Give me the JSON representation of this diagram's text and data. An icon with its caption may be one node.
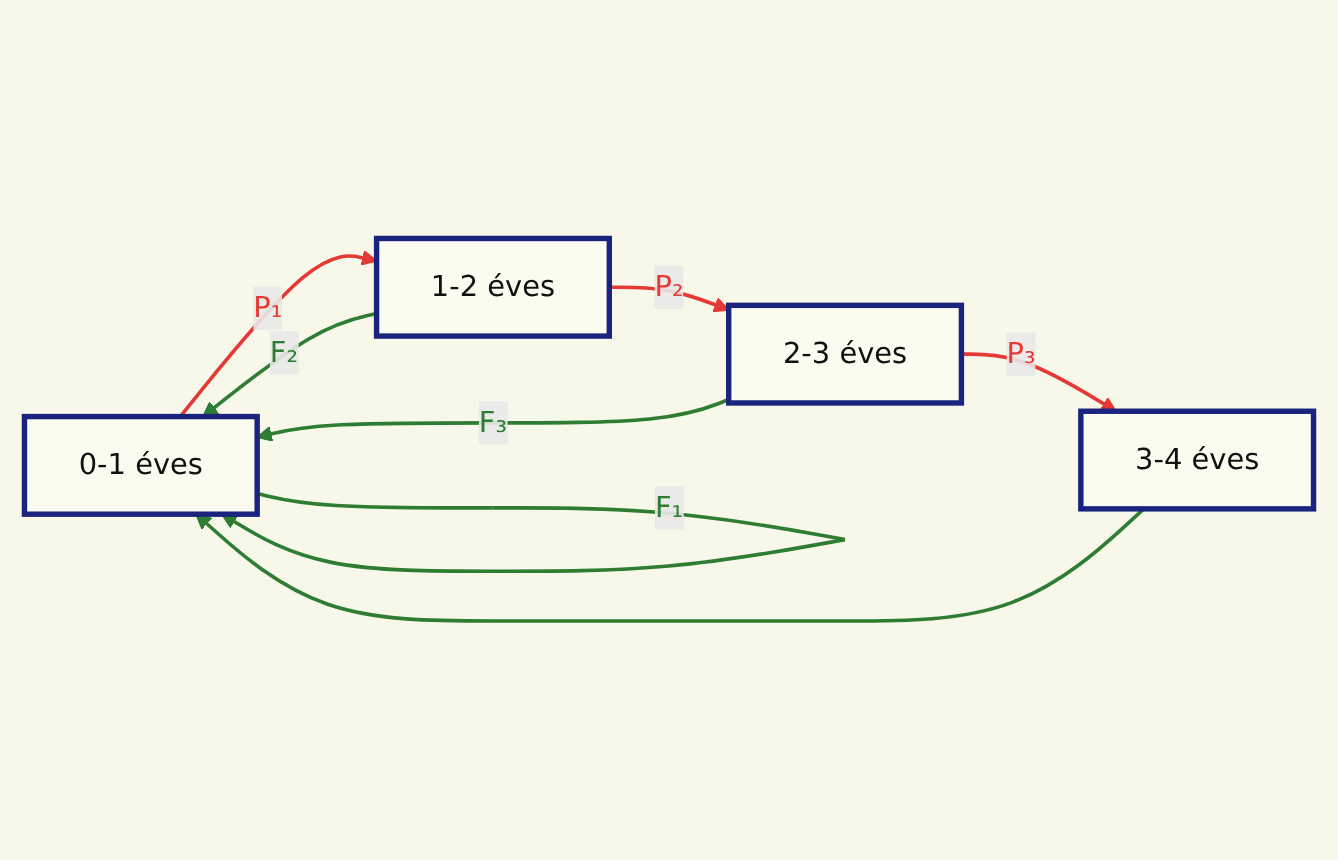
{
  "diagram": {
    "nodes": [
      {
        "text": [
          "0-1 éves"
        ]
      },
      {
        "text": [
          "1-2 éves"
        ]
      },
      {
        "text": [
          "2-3 éves"
        ]
      },
      {
        "text": [
          "3-4 éves"
        ]
      }
    ],
    "edges": [
      {
        "from": 0,
        "to": 1,
        "arrow": "to",
        "label": "P₁",
        "color": "#e53935"
      },
      {
        "from": 1,
        "to": 2,
        "arrow": "to",
        "label": "P₂",
        "color": "#e53935"
      },
      {
        "from": 2,
        "to": 3,
        "arrow": "to",
        "label": "P₃",
        "color": "#e53935"
      },
      {
        "from": 0,
        "to": 0,
        "arrow": "to",
        "label": "F₁",
        "color": "#2e7d32"
      },
      {
        "from": 1,
        "to": 0,
        "arrow": "to",
        "label": "F₂",
        "color": "#2e7d32"
      },
      {
        "from": 2,
        "to": 0,
        "arrow": "to",
        "label": "F₃",
        "color": "#2e7d32"
      },
      {
        "from": 3,
        "to": 0,
        "arrow": "to",
        "color": "#2e7d32"
      }
    ]
  }
}
